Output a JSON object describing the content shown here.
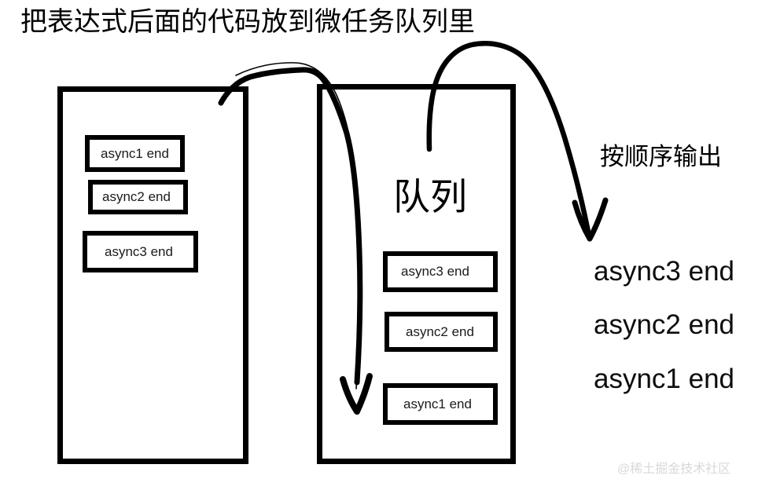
{
  "title": "把表达式后面的代码放到微任务队列里",
  "stack": {
    "name": "call-stack-box",
    "items": [
      {
        "label": "async1 end"
      },
      {
        "label": "async2 end"
      },
      {
        "label": "async3 end"
      }
    ]
  },
  "queue": {
    "caption": "队列",
    "items": [
      {
        "label": "async3 end"
      },
      {
        "label": "async2 end"
      },
      {
        "label": "async1 end"
      }
    ]
  },
  "output": {
    "caption": "按顺序输出",
    "lines": [
      "async3 end",
      "async2 end",
      "async1 end"
    ]
  },
  "watermark": "@稀土掘金技术社区",
  "colors": {
    "ink": "#000000",
    "background": "#ffffff",
    "watermark": "#d8d8d8"
  }
}
